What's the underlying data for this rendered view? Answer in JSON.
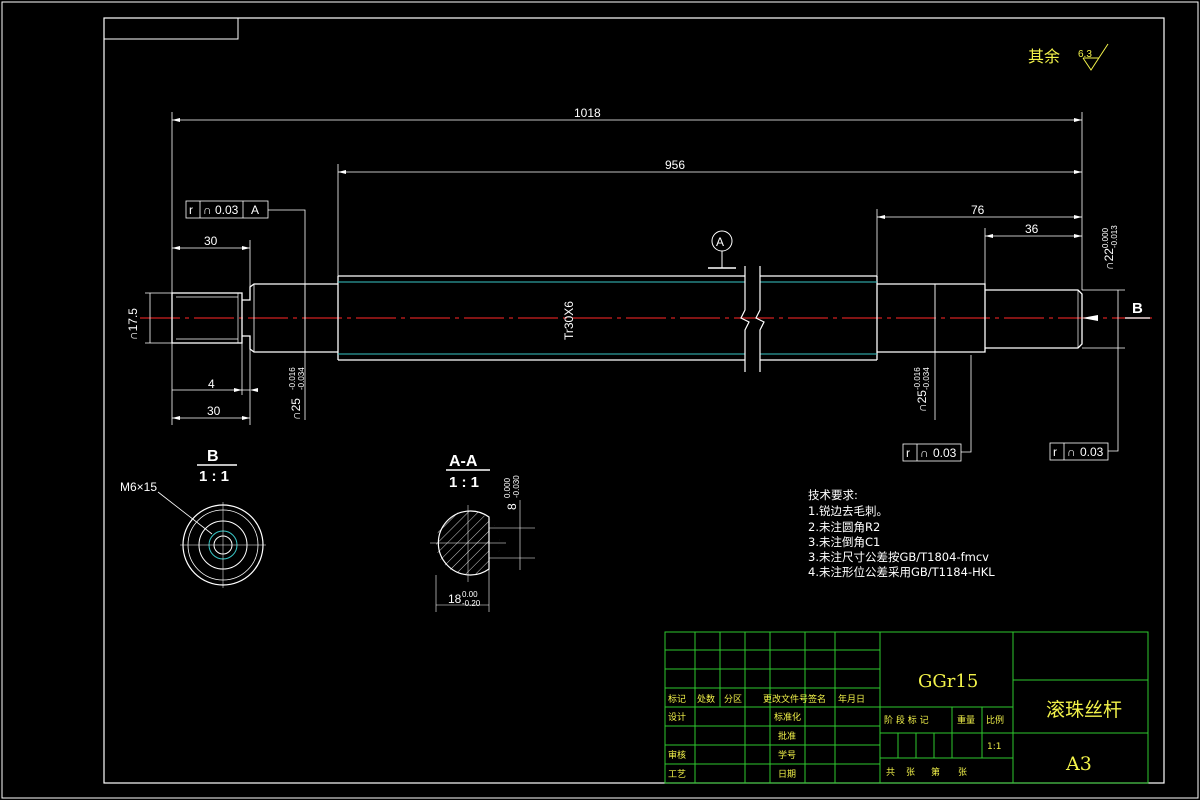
{
  "roughness": {
    "label": "其余",
    "value": "6.3"
  },
  "dims": {
    "overall": "1018",
    "thread_len": "956",
    "right_76": "76",
    "right_36": "36",
    "left_30_top": "30",
    "left_30_bottom": "30",
    "left_4": "4",
    "dia_17_5": "∩17.5",
    "thread": "Tr30X6",
    "dia25_left": "∩25",
    "tol25_left_up": "-0.016",
    "tol25_left_dn": "-0.034",
    "dia25_right": "∩25",
    "tol25_right_up": "-0.016",
    "tol25_right_dn": "-0.034",
    "dia22": "∩22",
    "tol22_up": "0.000",
    "tol22_dn": "-0.013"
  },
  "tolerance_frames": {
    "left": {
      "sym": "r",
      "n": "∩",
      "val": "0.03",
      "datum": "A"
    },
    "mid": {
      "sym": "r",
      "n": "∩",
      "val": "0.03"
    },
    "right": {
      "sym": "r",
      "n": "∩",
      "val": "0.03"
    }
  },
  "section_marks": {
    "a": "A",
    "b": "B"
  },
  "view_b": {
    "title": "B",
    "scale": "1 : 1",
    "hole": "M6×15"
  },
  "view_aa": {
    "title": "A-A",
    "scale": "1 : 1",
    "w": "18",
    "w_up": "0.00",
    "w_dn": "-0.20",
    "h": "8",
    "h_up": "0.000",
    "h_dn": "-0.030"
  },
  "tech_notes": {
    "title": "技术要求:",
    "items": [
      "1.锐边去毛刺。",
      "2.未注圆角R2",
      "3.未注倒角C1",
      "3.未注尺寸公差按GB/T1804-fmcv",
      "4.未注形位公差采用GB/T1184-HKL"
    ]
  },
  "title_block": {
    "material": "GGr15",
    "part_name": "滚珠丝杆",
    "sheet": "A3",
    "headers": [
      "标记",
      "处数",
      "分区",
      "更改文件号",
      "签名",
      "年月日"
    ],
    "rows": [
      "设计",
      "审核",
      "工艺"
    ],
    "mid_labels": [
      "标准化",
      "批准",
      "学号",
      "日期"
    ],
    "stage": [
      "阶 段 标 记",
      "重量",
      "比例"
    ],
    "scale": "1:1",
    "pages": [
      "共",
      "张",
      "第",
      "张"
    ]
  },
  "colors": {
    "line": "#ffffff",
    "center": "#d02020",
    "table": "#2ec82e",
    "cyan": "#39c6c6",
    "yellow": "#f3f34a"
  }
}
